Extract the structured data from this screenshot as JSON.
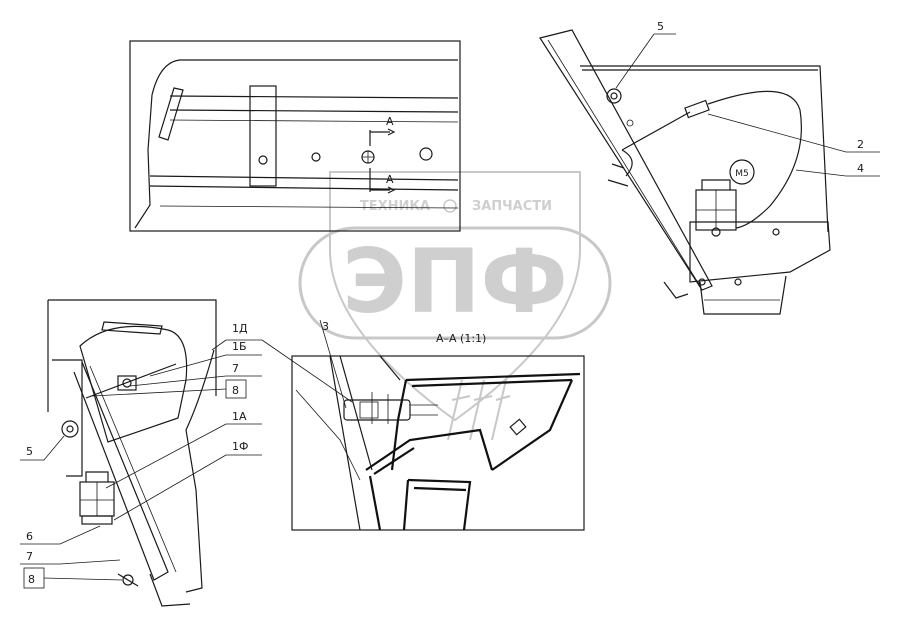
{
  "watermark": {
    "brand_small_left": "ТЕХНИКА",
    "brand_small_right": "ЗАПЧАСТИ",
    "brand_big": "ЭПФ"
  },
  "section": {
    "marker_top": "А",
    "marker_bottom": "А",
    "view_title": "А–А (1:1)"
  },
  "right_view": {
    "callouts": [
      "5",
      "2",
      "4"
    ],
    "badge": "М5"
  },
  "left_view": {
    "callouts_left": [
      "5",
      "6",
      "7",
      "8"
    ],
    "callouts_right": [
      "1Д",
      "1Б",
      "7",
      "8",
      "1А",
      "1Ф"
    ]
  },
  "detail_view": {
    "callout": "3"
  }
}
